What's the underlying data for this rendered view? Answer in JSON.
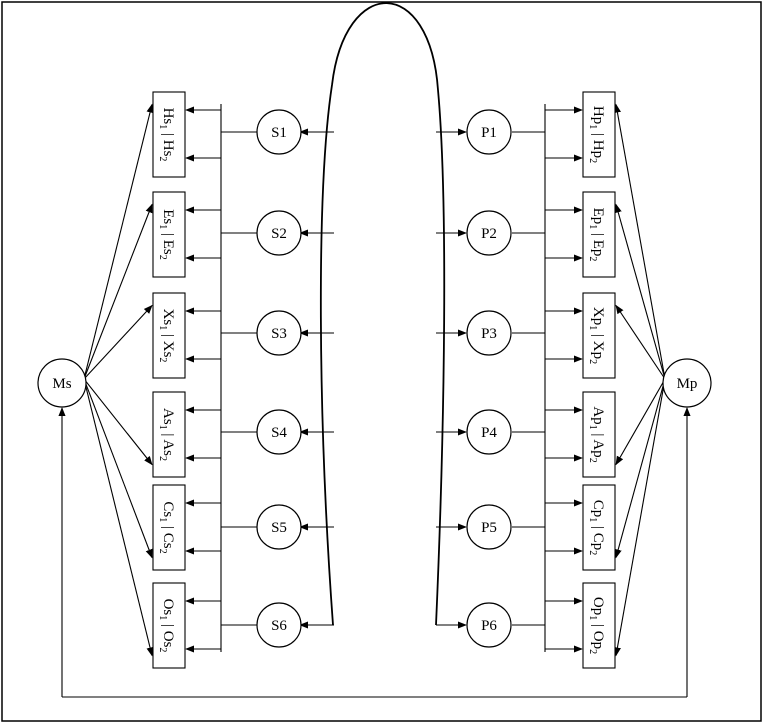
{
  "left_hub": {
    "label": "Ms"
  },
  "right_hub": {
    "label": "Mp"
  },
  "left_nodes": [
    "S1",
    "S2",
    "S3",
    "S4",
    "S5",
    "S6"
  ],
  "right_nodes": [
    "P1",
    "P2",
    "P3",
    "P4",
    "P5",
    "P6"
  ],
  "left_boxes": [
    {
      "base": "Hs",
      "sub1": "1",
      "sub2": "2"
    },
    {
      "base": "Es",
      "sub1": "1",
      "sub2": "2"
    },
    {
      "base": "Xs",
      "sub1": "1",
      "sub2": "2"
    },
    {
      "base": "As",
      "sub1": "1",
      "sub2": "2"
    },
    {
      "base": "Cs",
      "sub1": "1",
      "sub2": "2"
    },
    {
      "base": "Os",
      "sub1": "1",
      "sub2": "2"
    }
  ],
  "right_boxes": [
    {
      "base": "Hp",
      "sub1": "1",
      "sub2": "2"
    },
    {
      "base": "Ep",
      "sub1": "1",
      "sub2": "2"
    },
    {
      "base": "Xp",
      "sub1": "1",
      "sub2": "2"
    },
    {
      "base": "Ap",
      "sub1": "1",
      "sub2": "2"
    },
    {
      "base": "Cp",
      "sub1": "1",
      "sub2": "2"
    },
    {
      "base": "Op",
      "sub1": "1",
      "sub2": "2"
    }
  ],
  "separator": " | "
}
